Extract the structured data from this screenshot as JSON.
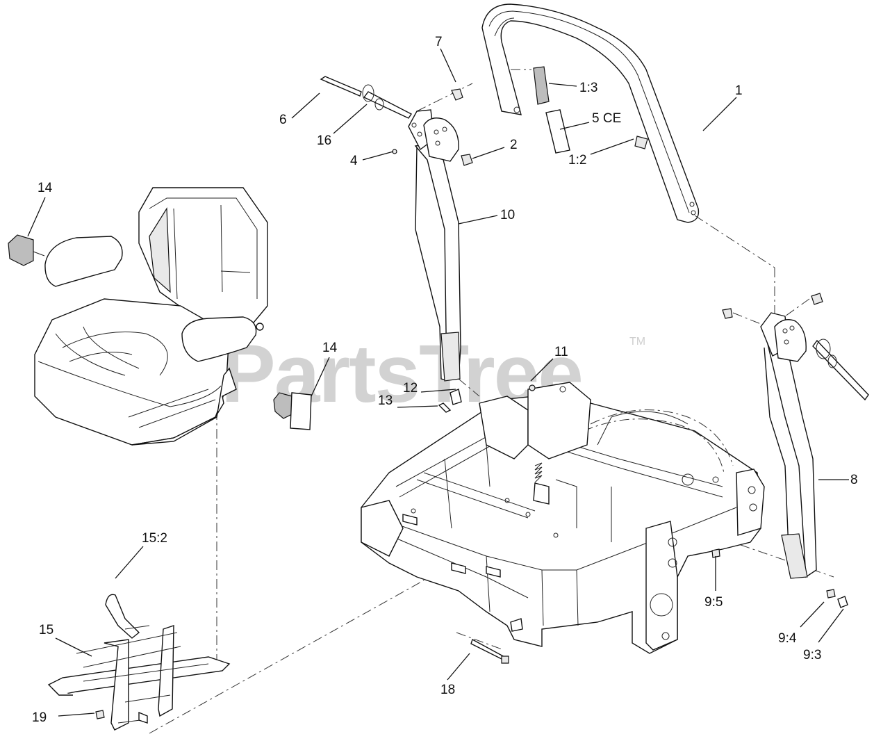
{
  "watermark": {
    "text": "PartsTree",
    "tm": "TM"
  },
  "callouts": {
    "c1": "1",
    "c1_2": "1:2",
    "c1_3": "1:3",
    "c2": "2",
    "c4": "4",
    "c5ce": "5 CE",
    "c6": "6",
    "c7": "7",
    "c8": "8",
    "c9_3": "9:3",
    "c9_4": "9:4",
    "c9_5": "9:5",
    "c10": "10",
    "c11": "11",
    "c12": "12",
    "c13": "13",
    "c14a": "14",
    "c14b": "14",
    "c15": "15",
    "c15_2": "15:2",
    "c16": "16",
    "c18": "18",
    "c19": "19"
  }
}
